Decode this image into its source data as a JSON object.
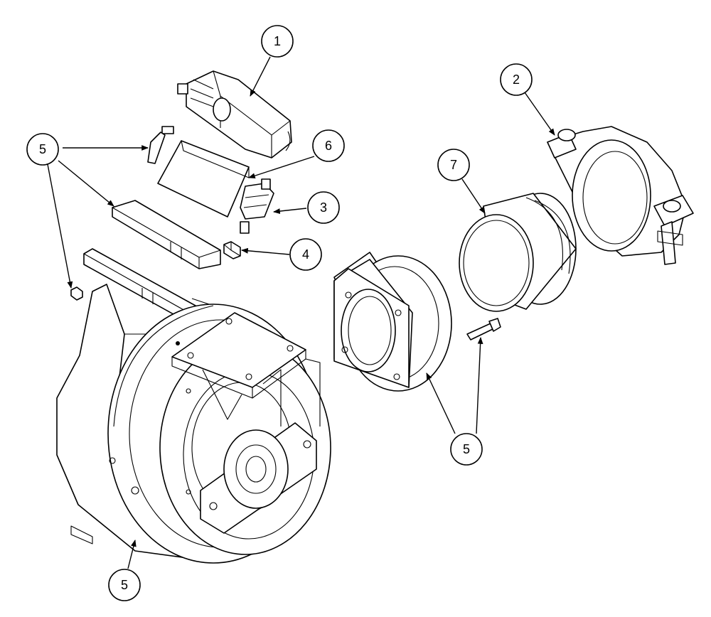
{
  "callouts": {
    "c1": "1",
    "c2": "2",
    "c3": "3",
    "c4": "4",
    "c5a": "5",
    "c5b": "5",
    "c5c": "5",
    "c6": "6",
    "c7": "7"
  },
  "colors": {
    "line": "#000000",
    "background": "#ffffff"
  }
}
